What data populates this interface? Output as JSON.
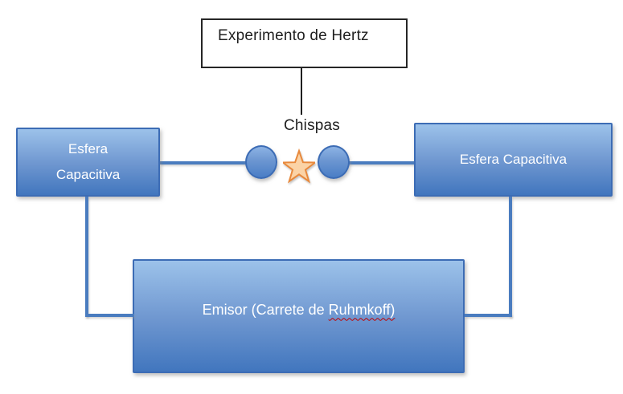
{
  "diagram": {
    "title": "Experimento de Hertz",
    "spark_label": "Chispas",
    "left_sphere": {
      "label": "Esfera Capacitiva"
    },
    "right_sphere": {
      "label": "Esfera Capacitiva"
    },
    "emitter": {
      "label_prefix": "Emisor (Carrete de ",
      "label_misspelled": "Ruhmkoff)"
    }
  },
  "colors": {
    "box_gradient_top": "#9cc2ea",
    "box_gradient_mid": "#6f97d0",
    "box_gradient_bottom": "#4176be",
    "box_border": "#3c6cb5",
    "connector_blue": "#4a7cbf",
    "title_border": "#262626",
    "star_fill": "#fbd3a6",
    "star_stroke": "#e8893c",
    "spellcheck_red": "#c00000",
    "text_on_blue": "#ffffff",
    "text_dark": "#1f1f1f"
  }
}
